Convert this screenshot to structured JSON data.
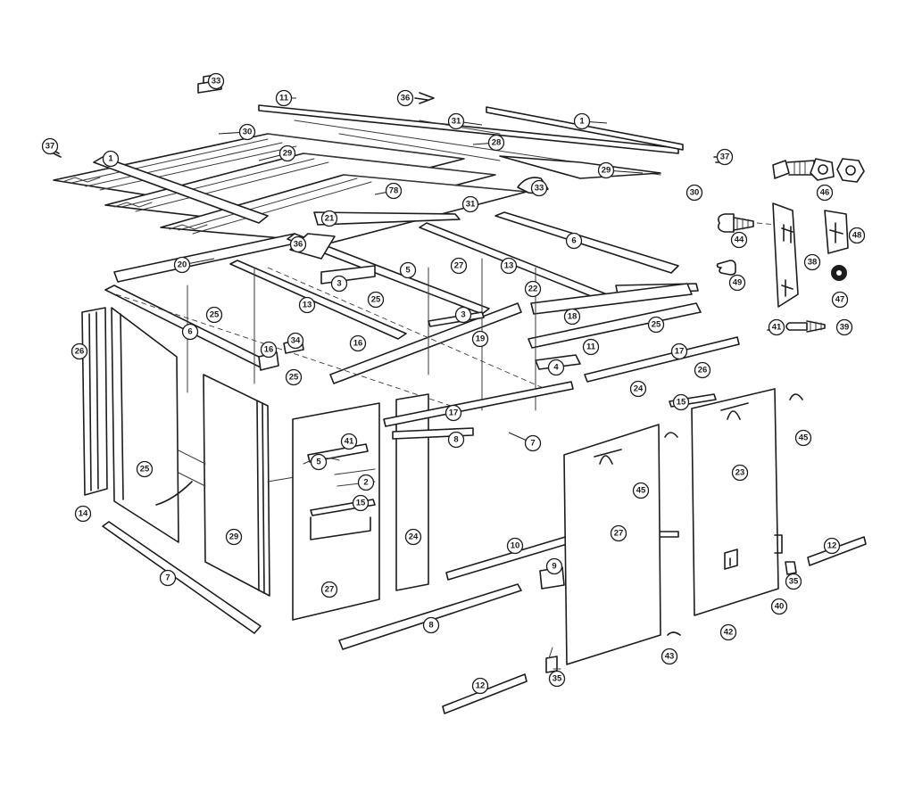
{
  "diagram": {
    "callouts": [
      {
        "n": "33"
      },
      {
        "n": "11"
      },
      {
        "n": "36"
      },
      {
        "n": "1"
      },
      {
        "n": "37"
      },
      {
        "n": "30"
      },
      {
        "n": "29"
      },
      {
        "n": "1"
      },
      {
        "n": "31"
      },
      {
        "n": "28"
      },
      {
        "n": "29"
      },
      {
        "n": "33"
      },
      {
        "n": "37"
      },
      {
        "n": "30"
      },
      {
        "n": "46"
      },
      {
        "n": "78"
      },
      {
        "n": "21"
      },
      {
        "n": "31"
      },
      {
        "n": "36"
      },
      {
        "n": "6"
      },
      {
        "n": "44"
      },
      {
        "n": "48"
      },
      {
        "n": "20"
      },
      {
        "n": "5"
      },
      {
        "n": "27"
      },
      {
        "n": "13"
      },
      {
        "n": "3"
      },
      {
        "n": "25"
      },
      {
        "n": "22"
      },
      {
        "n": "38"
      },
      {
        "n": "49"
      },
      {
        "n": "47"
      },
      {
        "n": "13"
      },
      {
        "n": "25"
      },
      {
        "n": "3"
      },
      {
        "n": "18"
      },
      {
        "n": "6"
      },
      {
        "n": "19"
      },
      {
        "n": "25"
      },
      {
        "n": "41"
      },
      {
        "n": "39"
      },
      {
        "n": "34"
      },
      {
        "n": "16"
      },
      {
        "n": "16"
      },
      {
        "n": "11"
      },
      {
        "n": "17"
      },
      {
        "n": "26"
      },
      {
        "n": "4"
      },
      {
        "n": "26"
      },
      {
        "n": "25"
      },
      {
        "n": "24"
      },
      {
        "n": "15"
      },
      {
        "n": "17"
      },
      {
        "n": "8"
      },
      {
        "n": "41"
      },
      {
        "n": "7"
      },
      {
        "n": "45"
      },
      {
        "n": "5"
      },
      {
        "n": "25"
      },
      {
        "n": "23"
      },
      {
        "n": "2"
      },
      {
        "n": "45"
      },
      {
        "n": "15"
      },
      {
        "n": "14"
      },
      {
        "n": "27"
      },
      {
        "n": "24"
      },
      {
        "n": "29"
      },
      {
        "n": "10"
      },
      {
        "n": "12"
      },
      {
        "n": "9"
      },
      {
        "n": "7"
      },
      {
        "n": "27"
      },
      {
        "n": "35"
      },
      {
        "n": "8"
      },
      {
        "n": "42"
      },
      {
        "n": "43"
      },
      {
        "n": "12"
      },
      {
        "n": "35"
      },
      {
        "n": "40"
      }
    ]
  }
}
